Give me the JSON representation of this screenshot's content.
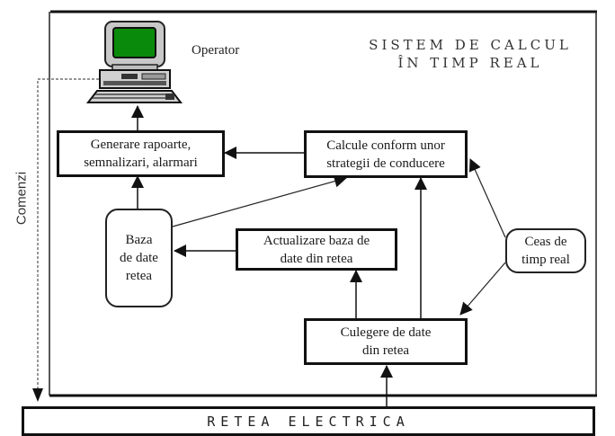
{
  "diagram": {
    "system_title": "SISTEM DE CALCUL\nÎN TIMP REAL",
    "operator": {
      "label": "Operator",
      "icon": "computer-terminal-icon",
      "screen_color": "#0a8a0a"
    },
    "side_label": "Comenzi",
    "nodes": {
      "generare": "Generare rapoarte,\nsemnalizari, alarmari",
      "calcule": "Calcule conform unor\nstrategii de conducere",
      "baza": "Baza\nde date\nretea",
      "actualizare": "Actualizare baza de\ndate din retea",
      "ceas": "Ceas de\ntimp real",
      "culegere": "Culegere de date\ndin retea",
      "retea": "RETEA ELECTRICA"
    },
    "edges": [
      {
        "from": "generare",
        "to": "operator"
      },
      {
        "from": "calcule",
        "to": "generare"
      },
      {
        "from": "baza",
        "to": "generare"
      },
      {
        "from": "baza",
        "to": "calcule"
      },
      {
        "from": "actualizare",
        "to": "baza"
      },
      {
        "from": "culegere",
        "to": "actualizare"
      },
      {
        "from": "culegere",
        "to": "calcule"
      },
      {
        "from": "ceas",
        "to": "calcule"
      },
      {
        "from": "ceas",
        "to": "culegere"
      },
      {
        "from": "retea",
        "to": "culegere"
      },
      {
        "from": "operator",
        "to": "retea",
        "style": "dashed",
        "label": "Comenzi"
      }
    ]
  }
}
